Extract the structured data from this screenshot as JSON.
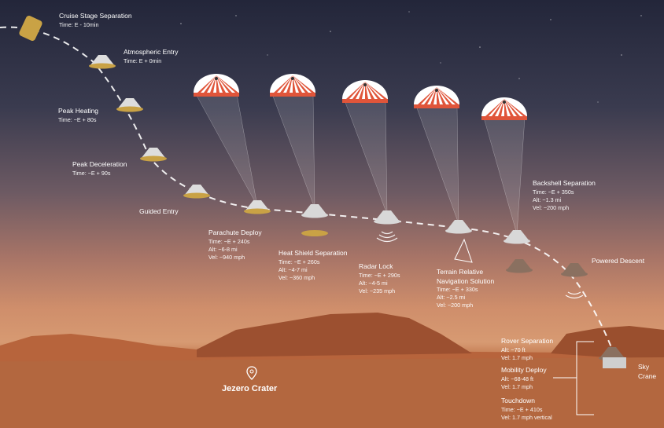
{
  "stages": [
    {
      "title": "Cruise Stage Separation",
      "details": [
        "Time: E - 10min"
      ]
    },
    {
      "title": "Atmospheric Entry",
      "details": [
        "Time: E + 0min"
      ]
    },
    {
      "title": "Peak Heating",
      "details": [
        "Time: ~E + 80s"
      ]
    },
    {
      "title": "Peak Deceleration",
      "details": [
        "Time: ~E + 90s"
      ]
    },
    {
      "title": "Guided Entry",
      "details": []
    },
    {
      "title": "Parachute Deploy",
      "details": [
        "Time: ~E + 240s",
        "Alt: ~6-8 mi",
        "Vel: ~940 mph"
      ]
    },
    {
      "title": "Heat Shield Separation",
      "details": [
        "Time: ~E + 260s",
        "Alt: ~4-7 mi",
        "Vel: ~360 mph"
      ]
    },
    {
      "title": "Radar Lock",
      "details": [
        "Time: ~E + 290s",
        "Alt: ~4-5 mi",
        "Vel: ~235 mph"
      ]
    },
    {
      "title": "Terrain Relative",
      "title2": "Navigation Solution",
      "details": [
        "Time: ~E + 330s",
        "Alt: ~2.5 mi",
        "Vel: ~200 mph"
      ]
    },
    {
      "title": "Backshell Separation",
      "details": [
        "Time: ~E + 350s",
        "Alt: ~1.3 mi",
        "Vel: ~200 mph"
      ]
    },
    {
      "title": "Powered Descent",
      "details": []
    },
    {
      "title": "Rover Separation",
      "details": [
        "Alt: ~70 ft",
        "Vel: 1.7 mph"
      ]
    },
    {
      "title": "Mobility Deploy",
      "details": [
        "Alt: ~68-48 ft",
        "Vel: 1.7 mph"
      ]
    },
    {
      "title": "Touchdown",
      "details": [
        "Time: ~E + 410s",
        "Vel: 1.7 mph vertical"
      ]
    },
    {
      "title": "Sky Crane",
      "details": []
    }
  ],
  "location": {
    "name": "Jezero Crater",
    "icon": "map-pin-icon"
  },
  "colors": {
    "parachute_red": "#e0553a",
    "capsule_gold": "#c9a245",
    "shell_silver": "#d8d8d8"
  }
}
